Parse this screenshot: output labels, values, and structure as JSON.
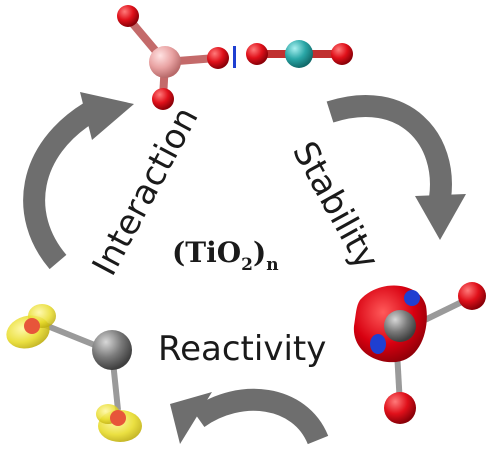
{
  "diagram": {
    "center_formula": {
      "main": "(TiO",
      "sub2": "2",
      "close": ")",
      "subn": "n"
    },
    "labels": {
      "interaction": "Interaction",
      "stability": "Stability",
      "reactivity": "Reactivity"
    },
    "colors": {
      "oxygen": "#e0101a",
      "titanium": "#7a7a7a",
      "boron_like": "#e9a3a3",
      "teal_atom": "#2aa7a7",
      "arrow": "#6e6e6e",
      "yellow_lobe": "#e8dc2c",
      "blue_lobe": "#1f3fd1",
      "bond_gray": "#9a9a9a"
    },
    "icons": [
      "cycle-arrow-icon",
      "molecule-icon",
      "atom-icon"
    ]
  }
}
